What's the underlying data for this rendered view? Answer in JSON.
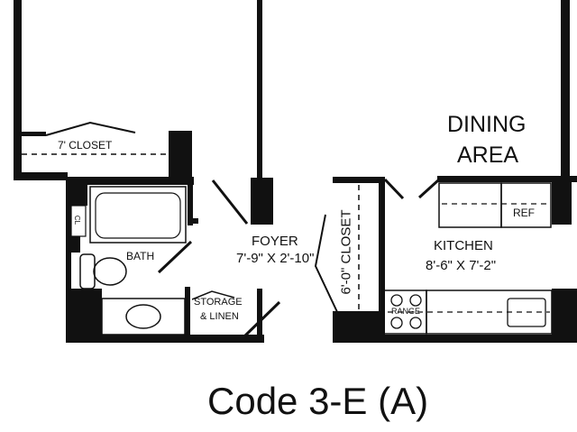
{
  "plan": {
    "title": "Code 3-E (A)",
    "rooms": {
      "dining": [
        "DINING",
        "AREA"
      ],
      "closet_7": "7' CLOSET",
      "bath": "BATH",
      "cl": "CL",
      "foyer": "FOYER",
      "foyer_dims": "7'-9\" X 2'-10\"",
      "storage": [
        "STORAGE",
        "& LINEN"
      ],
      "closet_6": "6'-0\" CLOSET",
      "kitchen": "KITCHEN",
      "kitchen_dims": "8'-6\" X 7'-2\"",
      "ref": "REF",
      "range": "RANGE"
    }
  }
}
